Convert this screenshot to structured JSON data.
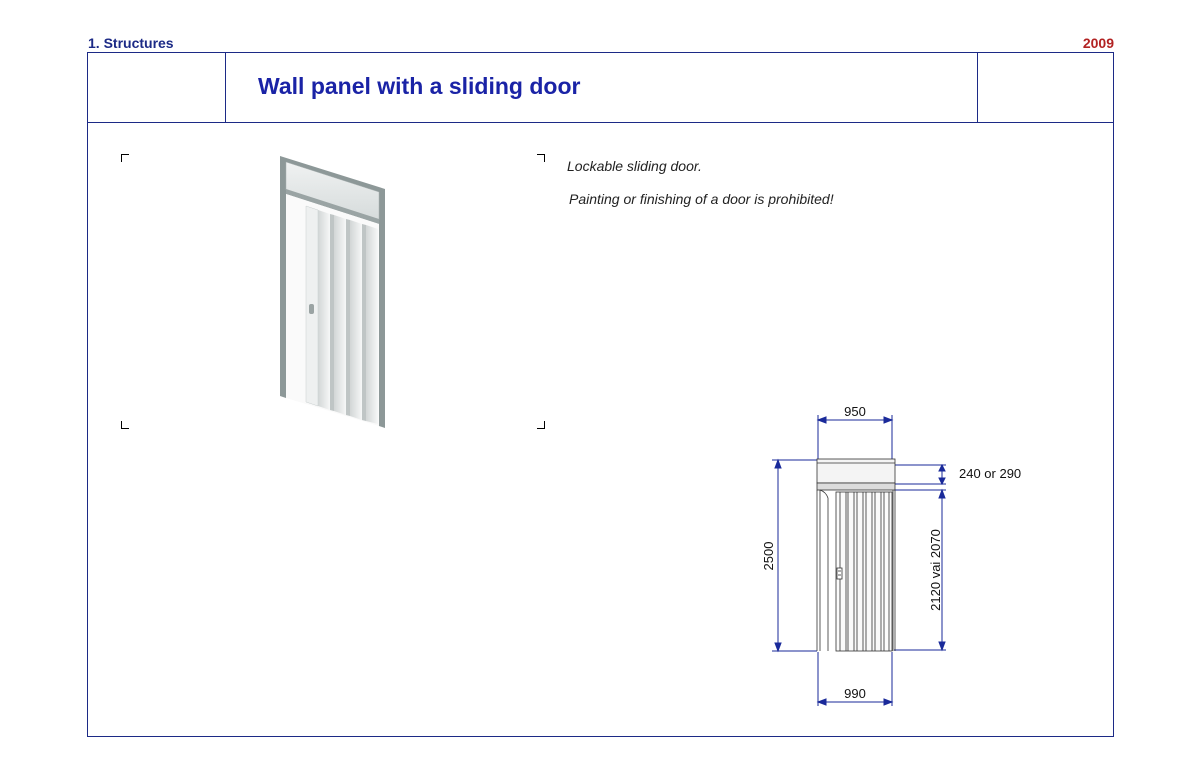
{
  "header": {
    "section": "1. Structures",
    "year": "2009"
  },
  "title": "Wall panel with a sliding door",
  "description": {
    "line1": "Lockable sliding door.",
    "line2": "Painting or finishing of a door is prohibited!"
  },
  "dimensions": {
    "top_width": "950",
    "bottom_width": "990",
    "overall_height": "2500",
    "transom_height": "240 or 290",
    "door_height": "2120 vai 2070"
  },
  "colors": {
    "frame": "#1c2a86",
    "title": "#1a23a6",
    "year": "#b22222",
    "dimension": "#1a2a9a"
  }
}
